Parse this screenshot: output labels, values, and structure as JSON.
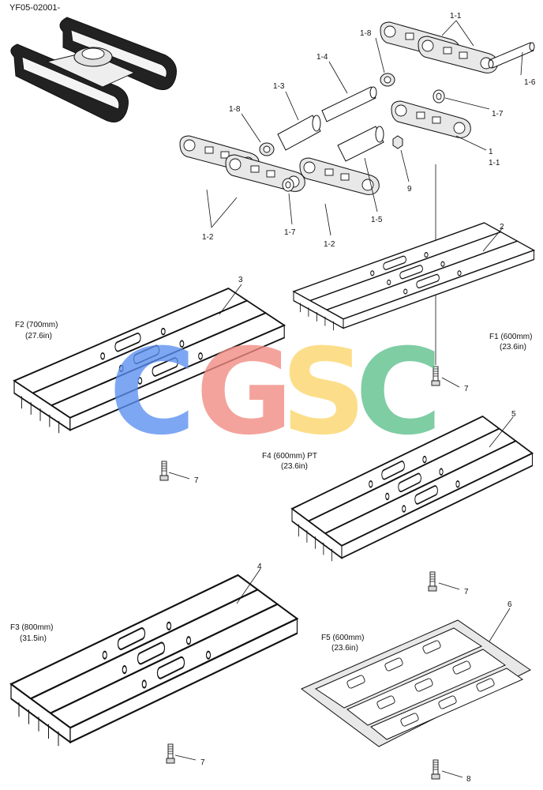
{
  "diagram": {
    "code": "YF05-02001-",
    "watermark": [
      {
        "letter": "C",
        "color": "#5b8ff0"
      },
      {
        "letter": "G",
        "color": "#f08a80"
      },
      {
        "letter": "S",
        "color": "#fcd56a"
      },
      {
        "letter": "C",
        "color": "#5cbf8a"
      }
    ],
    "callouts": {
      "c1_1": "1-1",
      "c1_8a": "1-8",
      "c1_4": "1-4",
      "c1_3": "1-3",
      "c1_8b": "1-8",
      "c1_6": "1-6",
      "c1_7a": "1-7",
      "c1": "1",
      "c1_1b": "1-1",
      "c9": "9",
      "c1_2a": "1-2",
      "c1_7b": "1-7",
      "c1_2b": "1-2",
      "c1_5": "1-5",
      "c2": "2",
      "c3": "3",
      "c4": "4",
      "c5": "5",
      "c6": "6",
      "c7a": "7",
      "c7b": "7",
      "c7c": "7",
      "c7d": "7",
      "c8": "8"
    },
    "shoes": {
      "f2_name": "F2 (700mm)",
      "f2_size": "(27.6in)",
      "f1_name": "F1 (600mm)",
      "f1_size": "(23.6in)",
      "f4_name": "F4 (600mm) PT",
      "f4_size": "(23.6in)",
      "f3_name": "F3 (800mm)",
      "f3_size": "(31.5in)",
      "f5_name": "F5 (600mm)",
      "f5_size": "(23.6in)"
    }
  }
}
